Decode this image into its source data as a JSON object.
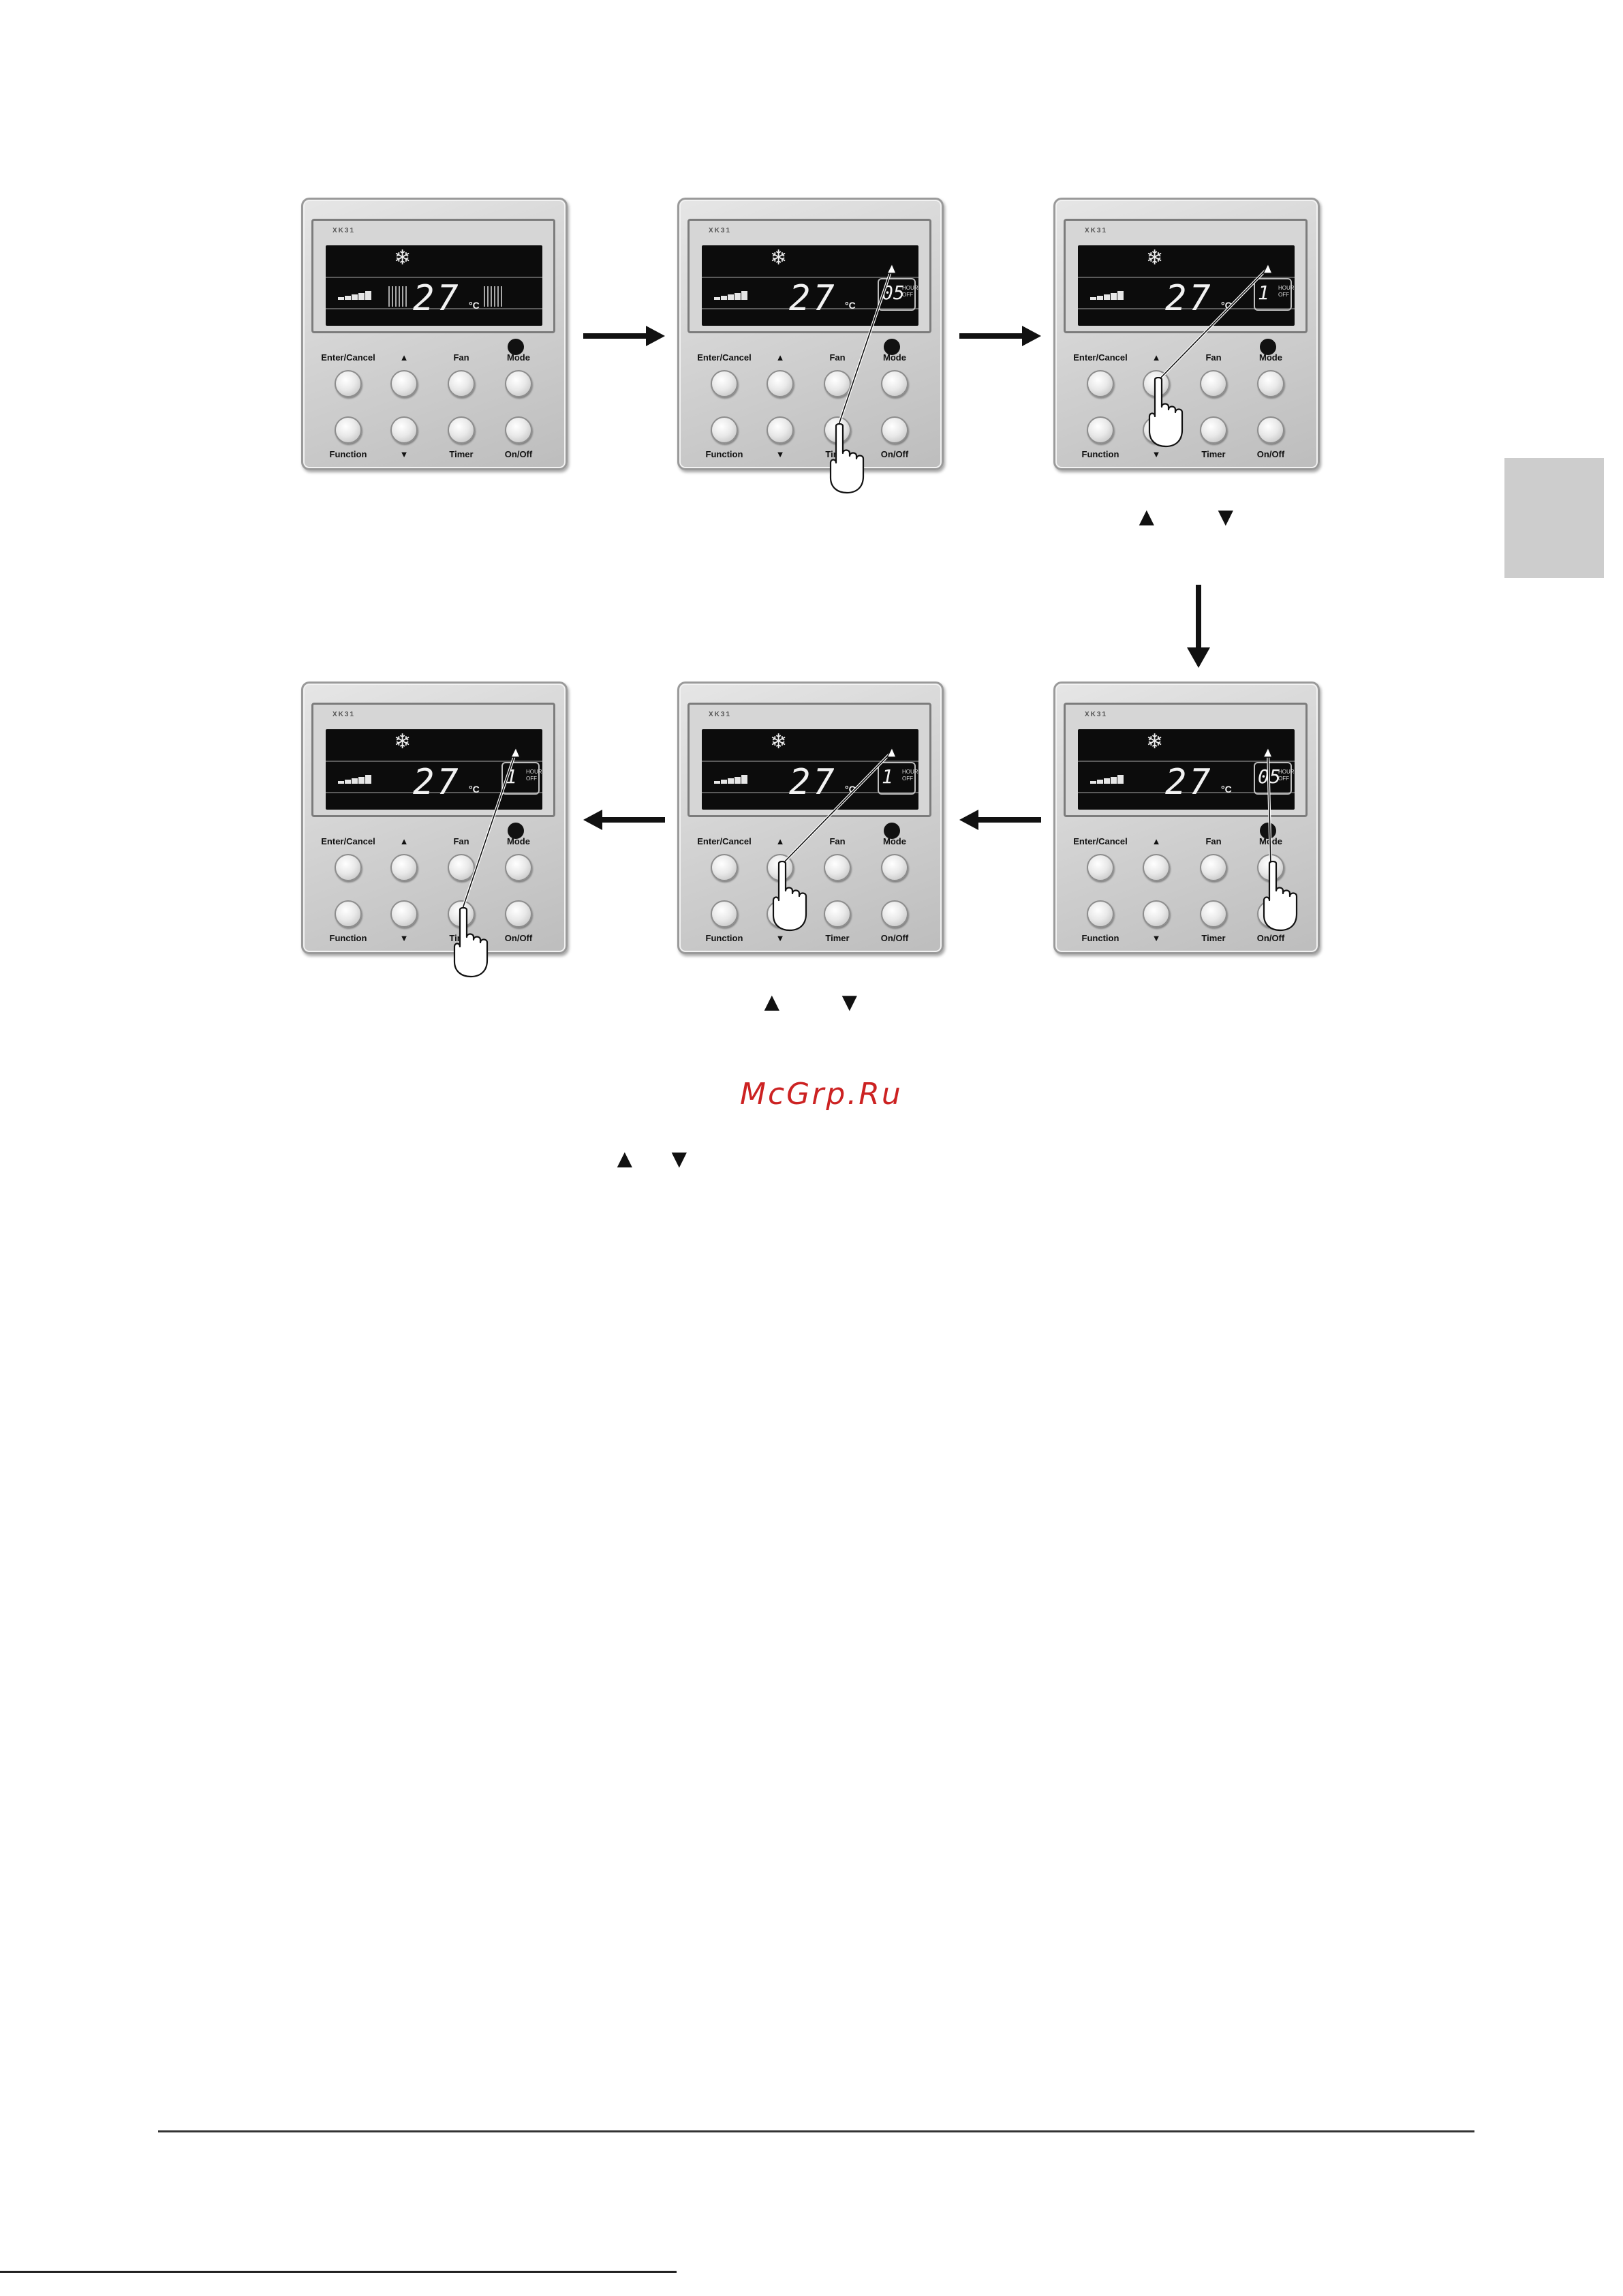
{
  "page": {
    "watermark": "McGrp.Ru",
    "bottom_text": "",
    "tab_label": ""
  },
  "panel_labels": {
    "enter_cancel": "Enter/Cancel",
    "up": "▲",
    "fan": "Fan",
    "mode": "Mode",
    "function": "Function",
    "down": "▼",
    "timer": "Timer",
    "on_off": "On/Off",
    "brand": "XK31",
    "temp": "27",
    "unit": "°C",
    "hour_label": "HOUR OFF"
  },
  "panels": [
    {
      "id": "step-1",
      "box": "",
      "box_visible": false,
      "vanes": true
    },
    {
      "id": "step-2",
      "box": "05",
      "box_visible": true,
      "vanes": false
    },
    {
      "id": "step-3",
      "box": "1",
      "box_visible": true,
      "vanes": false
    },
    {
      "id": "step-4",
      "box": "05",
      "box_visible": true,
      "vanes": false
    },
    {
      "id": "step-5",
      "box": "1",
      "box_visible": true,
      "vanes": false
    },
    {
      "id": "step-6",
      "box": "1",
      "box_visible": true,
      "vanes": false
    }
  ],
  "notes": {
    "row1_up": "▲",
    "row1_down": "▼",
    "row2_up": "▲",
    "row2_down": "▼",
    "bottom_up": "▲",
    "bottom_down": "▼"
  },
  "colors": {
    "lcd": "#0c0c0c",
    "panel": "#d4d4d4",
    "watermark": "#cc2222"
  }
}
